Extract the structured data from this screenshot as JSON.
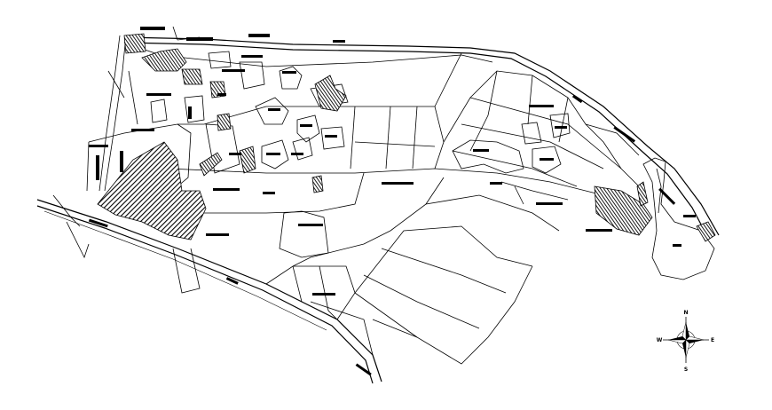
{
  "drawing": {
    "kind": "site-plan-cad",
    "line_color": "#000000",
    "background": "#ffffff",
    "hatch_color": "#1a1a1a"
  },
  "compass": {
    "north": "N",
    "south": "S",
    "east": "E",
    "west": "W"
  },
  "icons": {
    "compass_rose": "north-arrow-compass-icon"
  }
}
